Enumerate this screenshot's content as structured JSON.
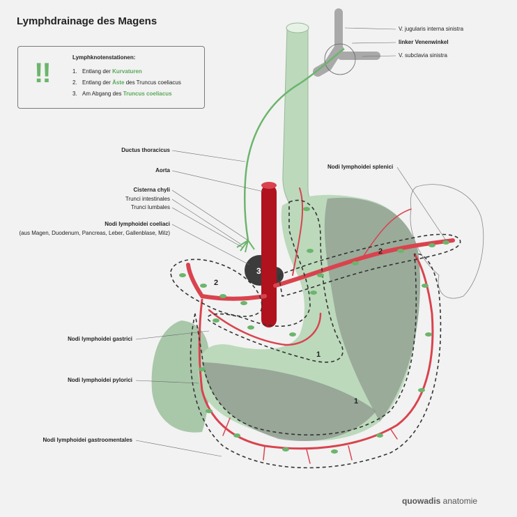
{
  "title": "Lymphdrainage des Magens",
  "infobox": {
    "icon": "!!",
    "heading": "Lymphknotenstationen:",
    "items": [
      {
        "num": "1.",
        "before": "Entlang der ",
        "highlight": "Kurvaturen",
        "after": ""
      },
      {
        "num": "2.",
        "before": "Entlang der ",
        "highlight": "Äste",
        "after": " des Truncus coeliacus"
      },
      {
        "num": "3.",
        "before": "Am Abgang des ",
        "highlight": "Truncus coeliacus",
        "after": ""
      }
    ]
  },
  "labels": {
    "v_jugularis": "V. jugularis interna sinistra",
    "venenwinkel": "linker Venenwinkel",
    "v_subclavia": "V. subclavia sinistra",
    "ductus_thoracicus": "Ductus thoracicus",
    "aorta": "Aorta",
    "cisterna_chyli": "Cisterna chyli",
    "trunci_intestinales": "Trunci intestinales",
    "trunci_lumbales": "Trunci lumbales",
    "nodi_coeliaci": "Nodi lymphoidei coeliaci",
    "nodi_coeliaci_sub": "(aus Magen, Duodenum, Pancreas, Leber, Gallenblase, Milz)",
    "nodi_splenici": "Nodi lymphoidei splenici",
    "nodi_gastrici": "Nodi lymphoidei gastrici",
    "nodi_pylorici": "Nodi lymphoidei pylorici",
    "nodi_gastroomentales": "Nodi lymphoidei gastroomentales"
  },
  "region_numbers": {
    "coeliac": "3",
    "left_branch": "2",
    "right_branch": "2",
    "lesser_curvature": "1",
    "greater_curvature": "1"
  },
  "colors": {
    "lymph_green": "#6cb56c",
    "artery_red": "#d9434e",
    "aorta_red": "#b0121e",
    "vein_gray": "#a9a9a9",
    "stomach_light": "#bcd9bc",
    "stomach_dark": "#9aab9a"
  },
  "logo": {
    "brand": "quowadis",
    "suffix": " anatomie"
  }
}
